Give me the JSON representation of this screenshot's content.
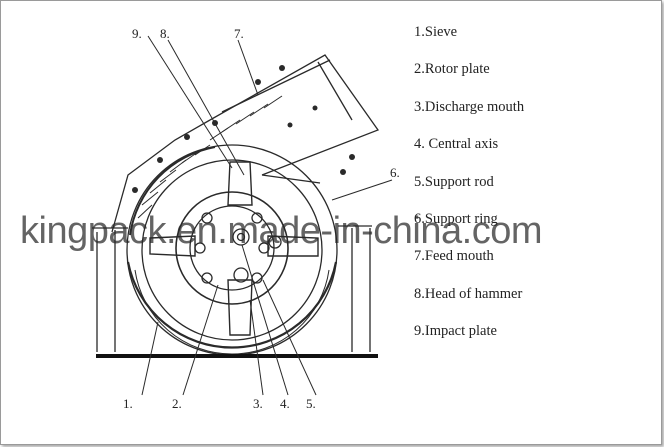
{
  "legend": [
    "1.Sieve",
    "2.Rotor plate",
    "3.Discharge mouth",
    "4. Central axis",
    "5.Support rod",
    "6.Support ring",
    "7.Feed mouth",
    "8.Head of hammer",
    "9.Impact plate"
  ],
  "callouts": {
    "c1": "1.",
    "c2": "2.",
    "c3": "3.",
    "c4": "4.",
    "c5": "5.",
    "c6": "6.",
    "c7": "7.",
    "c8": "8.",
    "c9": "9."
  },
  "watermark": "kingpack.en.made-in-china.com"
}
